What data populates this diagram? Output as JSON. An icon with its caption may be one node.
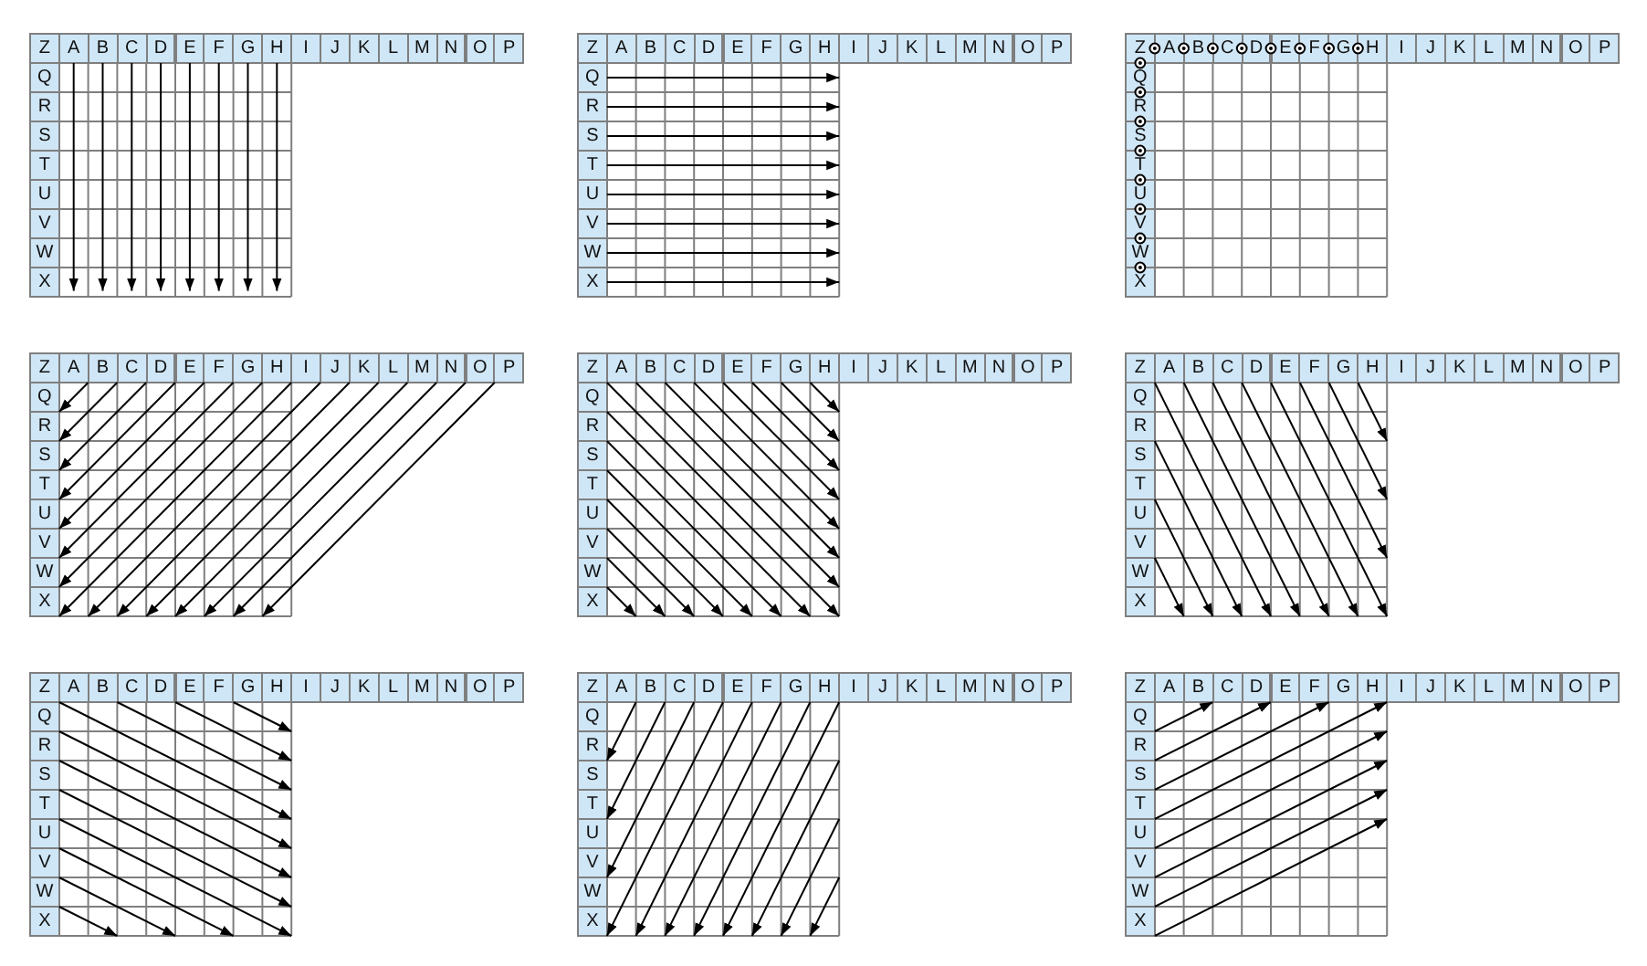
{
  "diagram": {
    "labels": [
      "Z",
      "A",
      "B",
      "C",
      "D",
      "E",
      "F",
      "G",
      "H",
      "I",
      "J",
      "K",
      "L",
      "M",
      "N",
      "O",
      "P",
      "Q",
      "R",
      "S",
      "T",
      "U",
      "V",
      "W",
      "X",
      "Z",
      "A",
      "B",
      "C",
      "D",
      "E",
      "F",
      "G",
      "H",
      "I",
      "J",
      "K",
      "L",
      "M",
      "N",
      "O",
      "P",
      "Q",
      "R",
      "S",
      "T",
      "U",
      "V",
      "W",
      "X",
      "Z",
      "A",
      "B",
      "C",
      "D",
      "E",
      "F",
      "G",
      "H",
      "I",
      "J",
      "K",
      "L",
      "M",
      "N",
      "O",
      "P",
      "Q",
      "R",
      "S",
      "T",
      "U",
      "V",
      "W",
      "X",
      "Z",
      "A",
      "B",
      "C",
      "D",
      "E",
      "F",
      "G",
      "H",
      "I",
      "J",
      "K",
      "L",
      "M",
      "N",
      "O",
      "P",
      "Q",
      "R",
      "S",
      "T",
      "U",
      "V",
      "W",
      "X",
      "Z",
      "A",
      "B",
      "C",
      "D",
      "E",
      "F",
      "G",
      "H",
      "I",
      "J",
      "K",
      "L",
      "M",
      "N",
      "O",
      "P",
      "Q",
      "R",
      "S",
      "T",
      "U",
      "V",
      "W",
      "X",
      "Z",
      "A",
      "B",
      "C",
      "D",
      "E",
      "F",
      "G",
      "H",
      "I",
      "J",
      "K",
      "L",
      "M",
      "N",
      "O",
      "P",
      "Q",
      "R",
      "S",
      "T",
      "U",
      "V",
      "W",
      "X",
      "Z",
      "A",
      "B",
      "C",
      "D",
      "E",
      "F",
      "G",
      "H",
      "I",
      "J",
      "K",
      "L",
      "M",
      "N",
      "O",
      "P",
      "Q",
      "R",
      "S",
      "T",
      "U",
      "V",
      "W",
      "X",
      "Z",
      "A",
      "B",
      "C",
      "D",
      "E",
      "F",
      "G",
      "H",
      "I",
      "J",
      "K",
      "L",
      "M",
      "N",
      "O",
      "P",
      "Q",
      "R",
      "S",
      "T",
      "U",
      "V",
      "W",
      "X",
      "Z",
      "A",
      "B",
      "C",
      "D",
      "E",
      "F",
      "G",
      "H",
      "I",
      "J",
      "K",
      "L",
      "M",
      "N",
      "O",
      "P",
      "Q",
      "R",
      "S",
      "T",
      "U",
      "V",
      "W",
      "X"
    ]
  }
}
